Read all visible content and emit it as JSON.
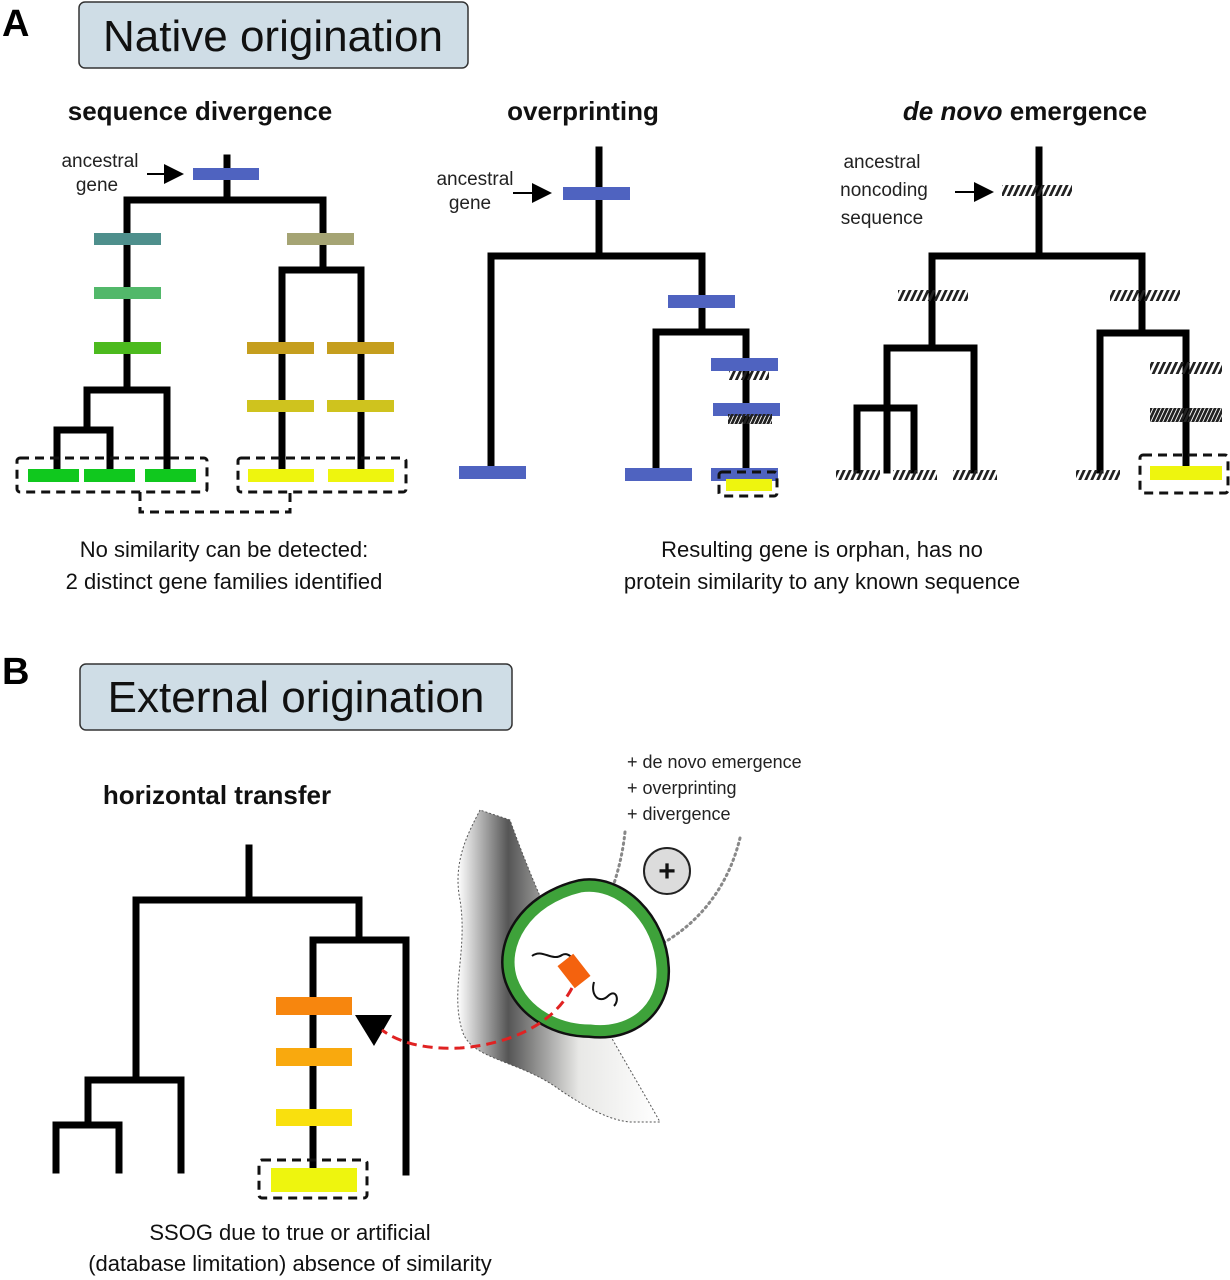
{
  "panelA": {
    "letter": "A",
    "title": "Native origination",
    "sequence_divergence": {
      "heading": "sequence divergence",
      "ancestral_label_line1": "ancestral",
      "ancestral_label_line2": "gene",
      "caption_line1": "No similarity can be detected:",
      "caption_line2": "2 distinct gene families identified",
      "colors": {
        "ancestral": "#4f63c0",
        "left_1": "#4e8f8c",
        "left_2": "#52b86a",
        "left_3": "#4cba1e",
        "left_tips": "#10c81e",
        "right_1": "#a5a474",
        "right_2": "#c59e1e",
        "right_3": "#cfc31e",
        "right_tips": "#eef50e"
      }
    },
    "overprinting": {
      "heading": "overprinting",
      "ancestral_label_line1": "ancestral",
      "ancestral_label_line2": "gene",
      "colors": {
        "gene": "#4f63c0",
        "new_gene": "#eef50e"
      }
    },
    "de_novo": {
      "heading_italic": "de novo",
      "heading_rest": " emergence",
      "ancestral_label_line1": "ancestral",
      "ancestral_label_line2": "noncoding",
      "ancestral_label_line3": "sequence",
      "colors": {
        "new_gene": "#eef50e"
      }
    },
    "shared_caption_line1": "Resulting gene is orphan, has no",
    "shared_caption_line2": "protein similarity to any known sequence"
  },
  "panelB": {
    "letter": "B",
    "title": "External origination",
    "horizontal_transfer": {
      "heading": "horizontal transfer",
      "caption_line1": "SSOG due to true or artificial",
      "caption_line2": "(database limitation) absence of similarity",
      "colors": {
        "gene_1": "#f7860e",
        "gene_2": "#f9a90e",
        "gene_3": "#f9e00e",
        "tip": "#eef50e",
        "cell_wall": "#3ea23a",
        "transferred_gene": "#f4620e",
        "transfer_arrow": "#e02222"
      }
    },
    "mechanisms": [
      "+ de novo emergence",
      "+ overprinting",
      "+ divergence"
    ],
    "plus_symbol": "+"
  },
  "title_box_fill": "#cfdde6"
}
